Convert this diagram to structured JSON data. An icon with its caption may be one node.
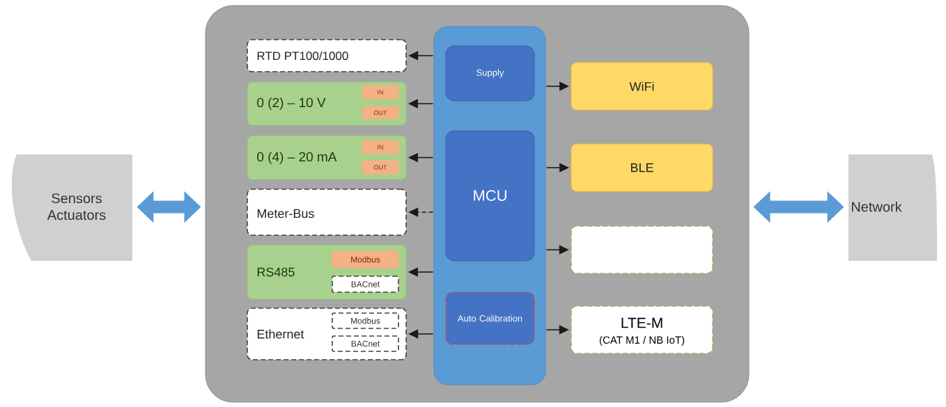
{
  "diagram": {
    "nodes": [
      {
        "text": [
          "Sensors Actuators"
        ]
      },
      {
        "text": [],
        "shape": "box"
      },
      {
        "text": [
          "RTD  PT100/1000"
        ],
        "in": 1
      },
      {
        "text": [
          "0 (2) – 10 V"
        ],
        "in": 1
      },
      {
        "text": [
          "IN"
        ],
        "in": 3
      },
      {
        "text": [
          "OUT"
        ],
        "in": 3
      },
      {
        "text": [
          "0 (4) – 20 mA"
        ],
        "in": 1
      },
      {
        "text": [
          "IN"
        ],
        "in": 6
      },
      {
        "text": [
          "OUT"
        ],
        "in": 6
      },
      {
        "text": [
          "Meter-Bus"
        ],
        "in": 1
      },
      {
        "text": [
          "RS485"
        ],
        "in": 1
      },
      {
        "text": [
          "Modbus"
        ],
        "in": 10
      },
      {
        "text": [
          "BACnet"
        ],
        "in": 10
      },
      {
        "text": [
          "Ethernet"
        ],
        "in": 1
      },
      {
        "text": [
          "Modbus"
        ],
        "in": 13
      },
      {
        "text": [
          "BACnet"
        ],
        "in": 13
      },
      {
        "text": [],
        "shape": "box",
        "in": 1
      },
      {
        "text": [
          "Supply"
        ],
        "in": 16
      },
      {
        "text": [
          "MCU"
        ],
        "in": 16
      },
      {
        "text": [
          "Auto Calibration"
        ],
        "in": 16
      },
      {
        "text": [
          "WiFi"
        ],
        "in": 1
      },
      {
        "text": [
          "BLE"
        ],
        "in": 1
      },
      {
        "text": [],
        "shape": "box",
        "in": 1
      },
      {
        "text": [
          "LTE-M",
          "(CAT M1 / NB IoT)"
        ],
        "in": 1
      },
      {
        "text": [
          "Network"
        ]
      }
    ],
    "edges": [
      {
        "from": 0,
        "to": 1,
        "arrow": "both",
        "style": "thick",
        "color": "#5b9bd5"
      },
      {
        "from": 1,
        "to": 24,
        "arrow": "both",
        "style": "thick",
        "color": "#5b9bd5"
      },
      {
        "from": 16,
        "to": 2,
        "arrow": "to"
      },
      {
        "from": 16,
        "to": 3,
        "arrow": "to"
      },
      {
        "from": 16,
        "to": 6,
        "arrow": "to"
      },
      {
        "from": 16,
        "to": 9,
        "arrow": "to",
        "style": "dashed"
      },
      {
        "from": 16,
        "to": 10,
        "arrow": "to"
      },
      {
        "from": 16,
        "to": 13,
        "arrow": "to"
      },
      {
        "from": 16,
        "to": 20,
        "arrow": "to"
      },
      {
        "from": 16,
        "to": 21,
        "arrow": "to"
      },
      {
        "from": 16,
        "to": 22,
        "arrow": "to"
      },
      {
        "from": 16,
        "to": 23,
        "arrow": "to"
      }
    ]
  }
}
